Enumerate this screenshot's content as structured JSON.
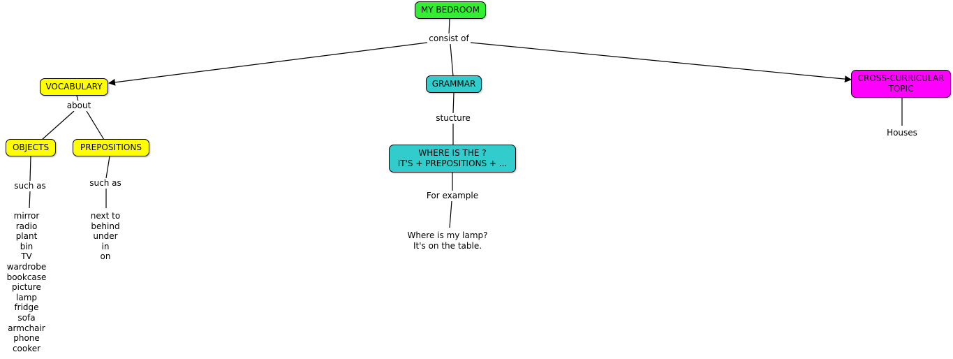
{
  "colors": {
    "root": "#33ee33",
    "vocabulary": "#ffff00",
    "grammar": "#33cccc",
    "cross": "#ff00ff"
  },
  "nodes": {
    "root": "MY BEDROOM",
    "vocabulary": "VOCABULARY",
    "grammar": "GRAMMAR",
    "cross_curricular": "CROSS-CURRICULAR\nTOPIC",
    "objects": "OBJECTS",
    "prepositions": "PREPOSITIONS",
    "where_is": "WHERE IS THE ?\nIT'S + PREPOSITIONS + ..."
  },
  "links": {
    "consist_of": "consist of",
    "about": "about",
    "stucture": "stucture",
    "such_as_objects": "such as",
    "such_as_prepositions": "such as",
    "for_example": "For example"
  },
  "leaves": {
    "houses": "Houses",
    "objects_list": "mirror\nradio\nplant\nbin\nTV\nwardrobe\nbookcase\npicture\nlamp\nfridge\nsofa\narmchair\nphone\ncooker",
    "prepositions_list": "next to\nbehind\nunder\nin\non",
    "example": "Where is my lamp?\nIt's on the table."
  }
}
